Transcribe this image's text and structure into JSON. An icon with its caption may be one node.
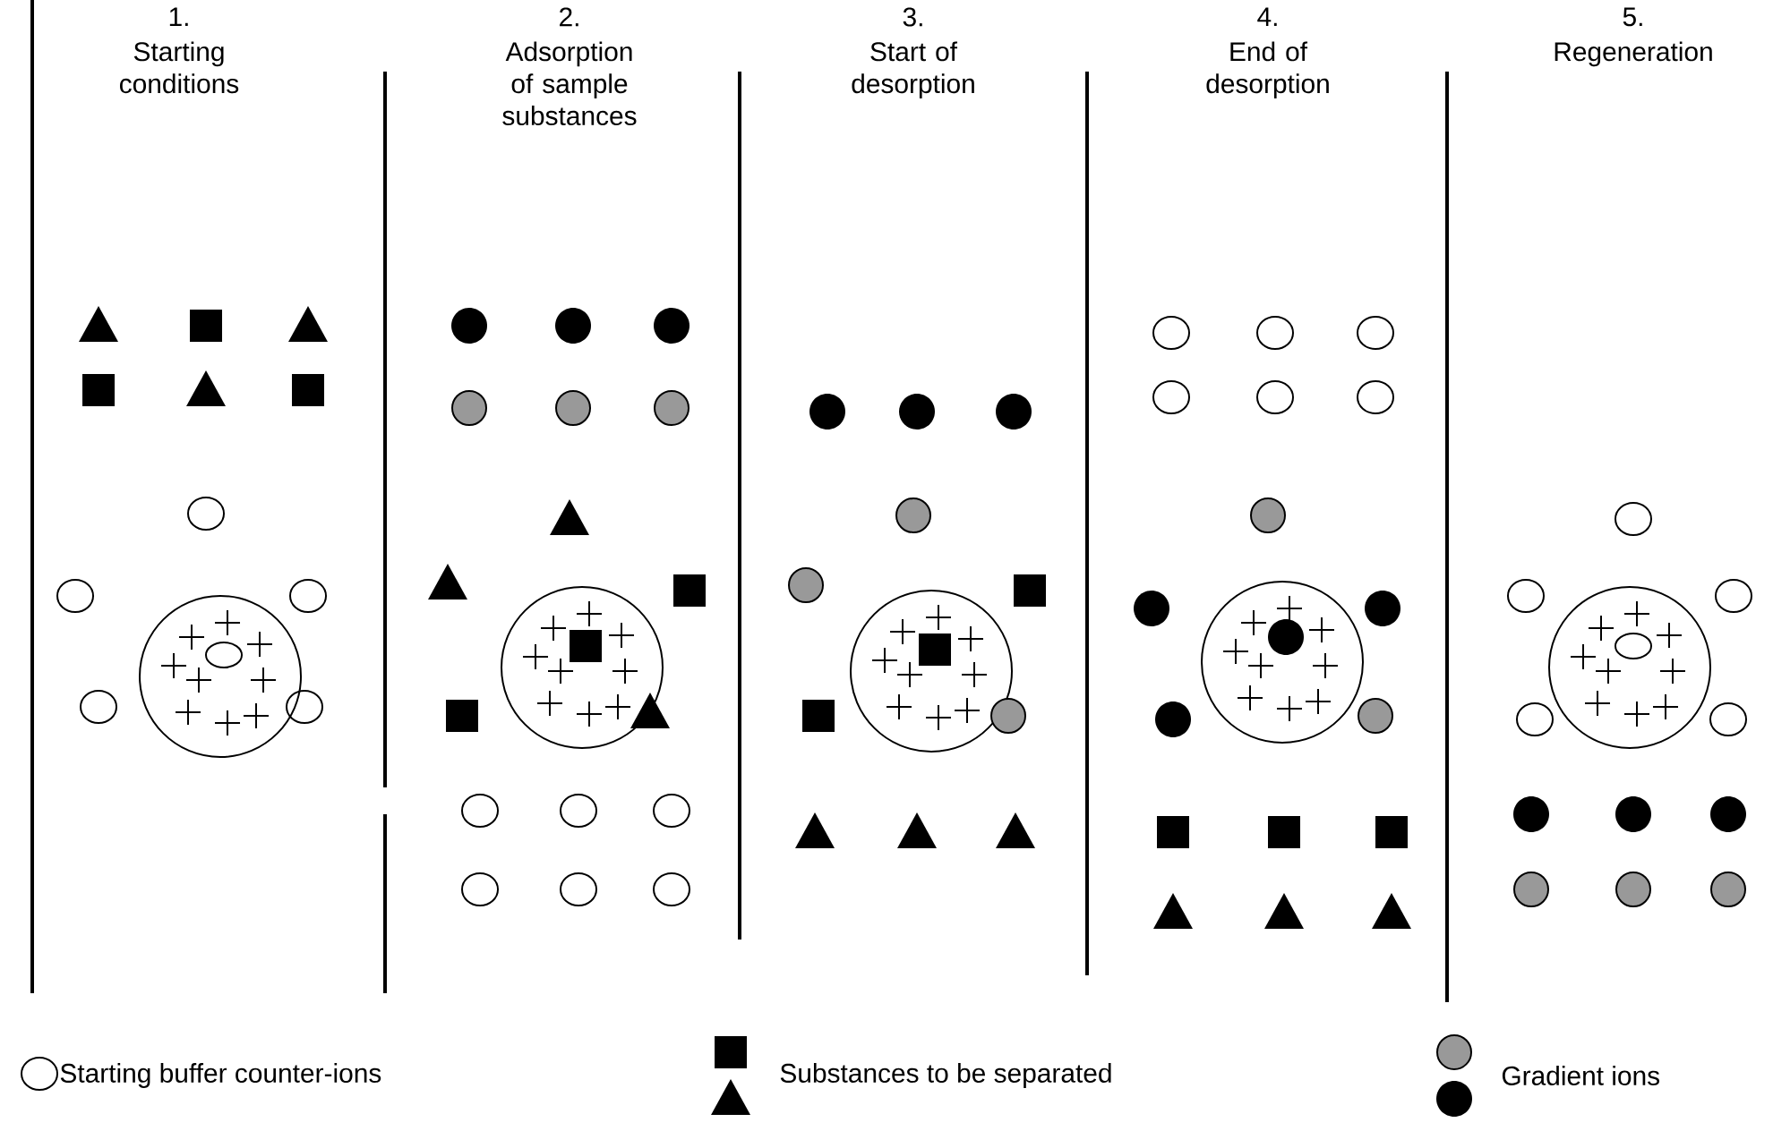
{
  "diagram": {
    "labels": [
      "1.",
      "Starting conditions",
      "2.",
      "Adsorption of sample substances",
      "3.",
      "Start of desorption",
      "4.",
      "End of desorption",
      "5.",
      "Regeneration"
    ],
    "legend": [
      {
        "text": "Starting buffer counter-ions"
      },
      {
        "text": "Substances to be separated"
      },
      {
        "text": "Gradient ions"
      }
    ]
  }
}
